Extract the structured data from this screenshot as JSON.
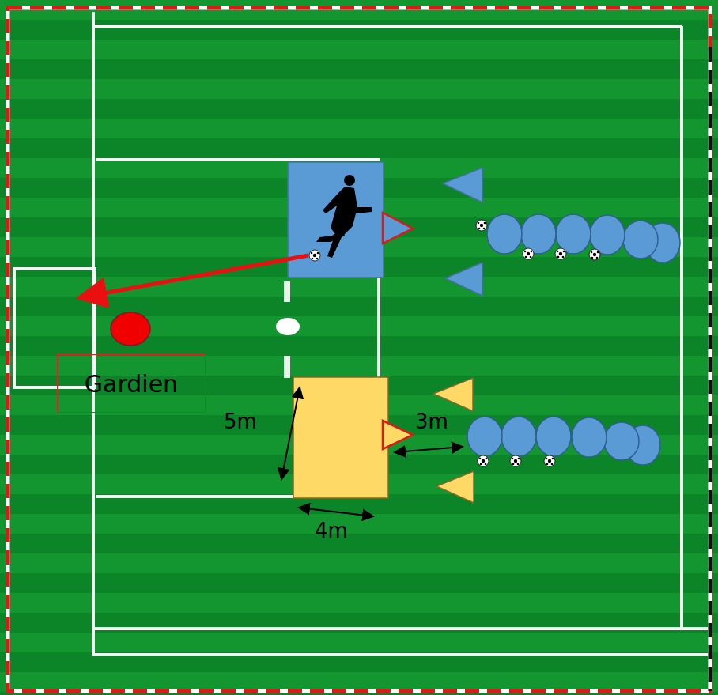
{
  "diagram": {
    "nodes": [
      {
        "text": [
          "Gardien"
        ]
      }
    ],
    "labels": [
      "5m",
      "3m",
      "4m"
    ]
  }
}
